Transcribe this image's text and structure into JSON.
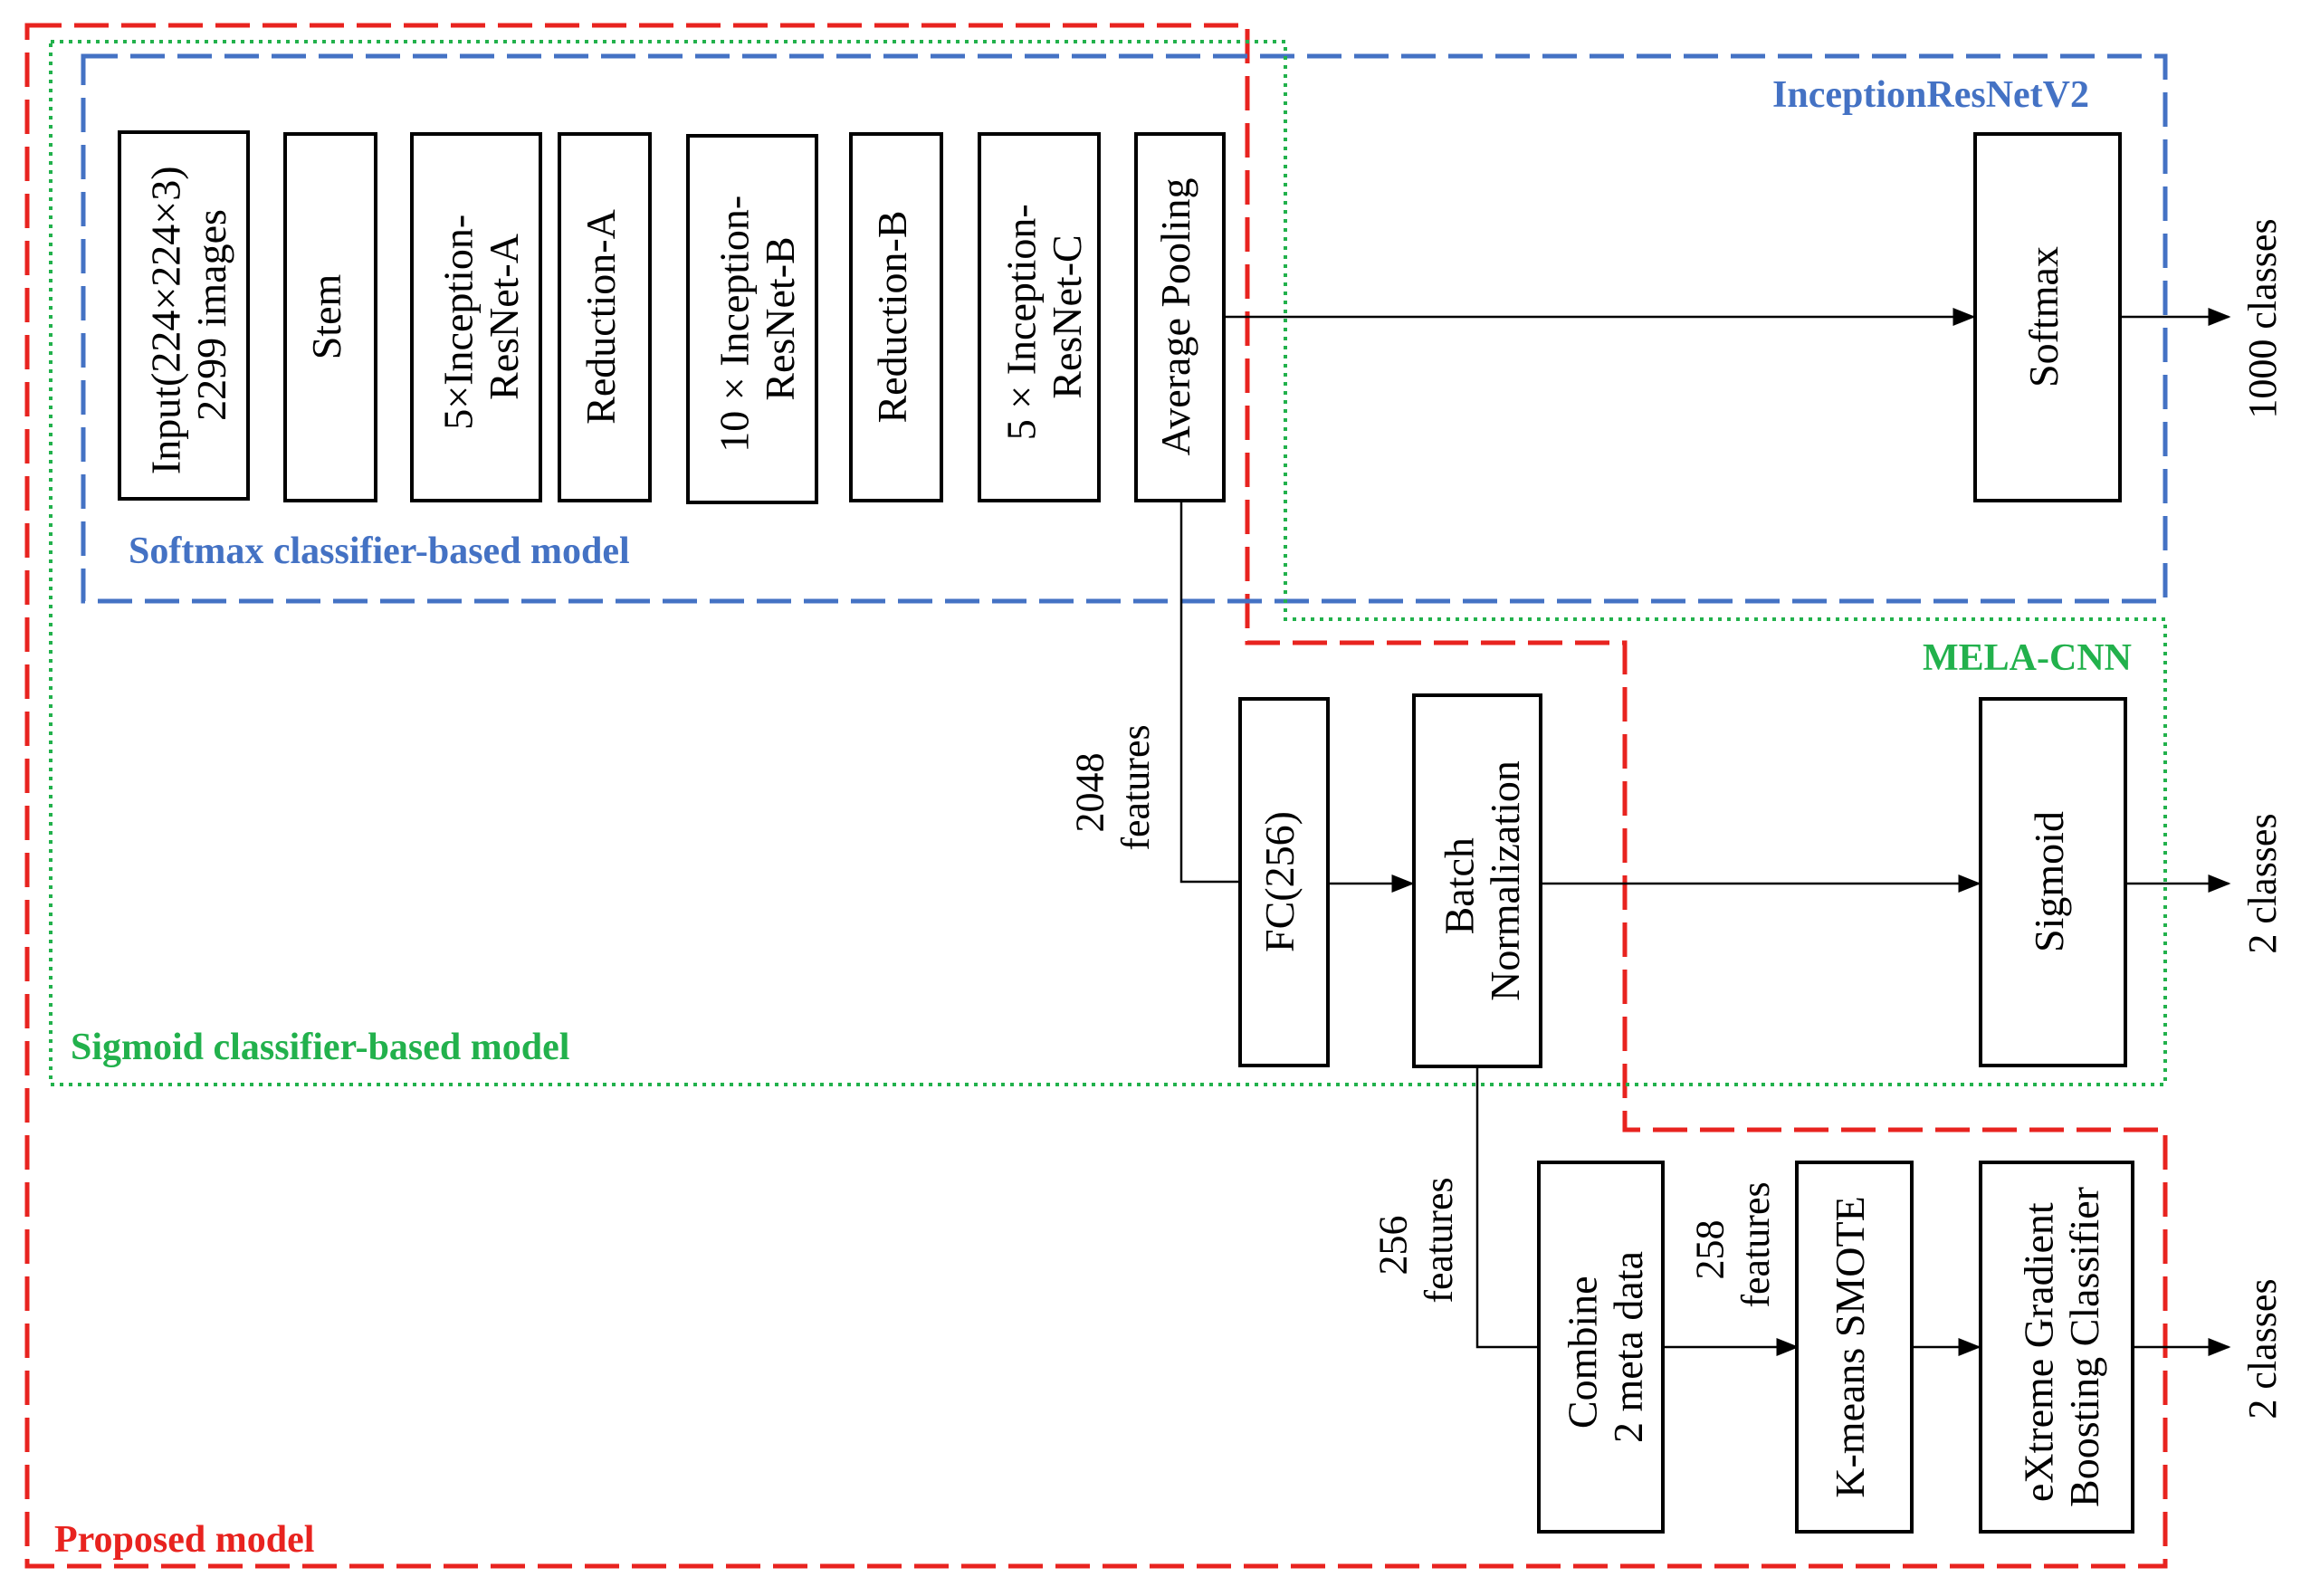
{
  "colors": {
    "red": "#e8231f",
    "blue": "#4472c4",
    "green": "#22b14c",
    "line": "#000000"
  },
  "regions": {
    "proposed": "Proposed model",
    "inception": "InceptionResNetV2",
    "softmax_based": "Softmax classifier-based model",
    "mela": "MELA-CNN",
    "sigmoid_based": "Sigmoid classifier-based model"
  },
  "blocks": {
    "input": [
      "Input(224×224×3)",
      "2299 images"
    ],
    "stem": [
      "Stem"
    ],
    "inc_a": [
      "5×Inception-",
      "ResNet-A"
    ],
    "red_a": [
      "Reduction-A"
    ],
    "inc_b": [
      "10 × Inception-",
      "ResNet-B"
    ],
    "red_b": [
      "Reduction-B"
    ],
    "inc_c": [
      "5 × Inception-",
      "ResNet-C"
    ],
    "avg_pool": [
      "Average Pooling"
    ],
    "softmax": [
      "Softmax"
    ],
    "fc": [
      "FC(256)"
    ],
    "batch_norm": [
      "Batch",
      "Normalization"
    ],
    "sigmoid": [
      "Sigmoid"
    ],
    "combine": [
      "Combine",
      "2 meta data"
    ],
    "smote": [
      "K-means SMOTE"
    ],
    "xgb": [
      "eXtreme Gradient",
      "Boosting Classifier"
    ]
  },
  "features": {
    "f2048": [
      "2048",
      "features"
    ],
    "f256": [
      "256",
      "features"
    ],
    "f258": [
      "258",
      "features"
    ]
  },
  "outputs": {
    "softmax_out": "1000 classes",
    "sigmoid_out": "2 classes",
    "xgb_out": "2 classes"
  }
}
